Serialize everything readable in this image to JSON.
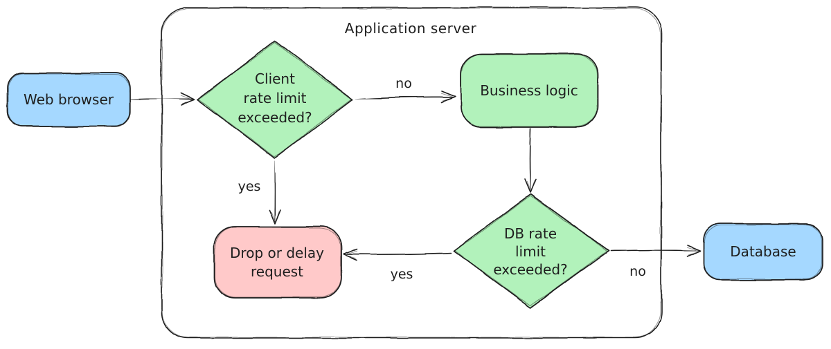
{
  "diagram": {
    "colors": {
      "background": "#ffffff",
      "stroke": "#1e1e1e",
      "node_blue": "#a5d8ff",
      "node_green": "#b2f2bb",
      "node_pink": "#ffc9c9"
    },
    "container": {
      "title": "Application server"
    },
    "nodes": {
      "web_browser": {
        "label": "Web browser",
        "fill": "#a5d8ff"
      },
      "client_rate_check": {
        "lines": [
          "Client",
          "rate limit",
          "exceeded?"
        ],
        "fill": "#b2f2bb"
      },
      "business_logic": {
        "label": "Business logic",
        "fill": "#b2f2bb"
      },
      "db_rate_check": {
        "lines": [
          "DB rate",
          "limit",
          "exceeded?"
        ],
        "fill": "#b2f2bb"
      },
      "drop_or_delay": {
        "lines": [
          "Drop or delay",
          "request"
        ],
        "fill": "#ffc9c9"
      },
      "database": {
        "label": "Database",
        "fill": "#a5d8ff"
      }
    },
    "edge_labels": {
      "client_check_no": "no",
      "client_check_yes": "yes",
      "db_check_yes": "yes",
      "db_check_no": "no"
    }
  }
}
